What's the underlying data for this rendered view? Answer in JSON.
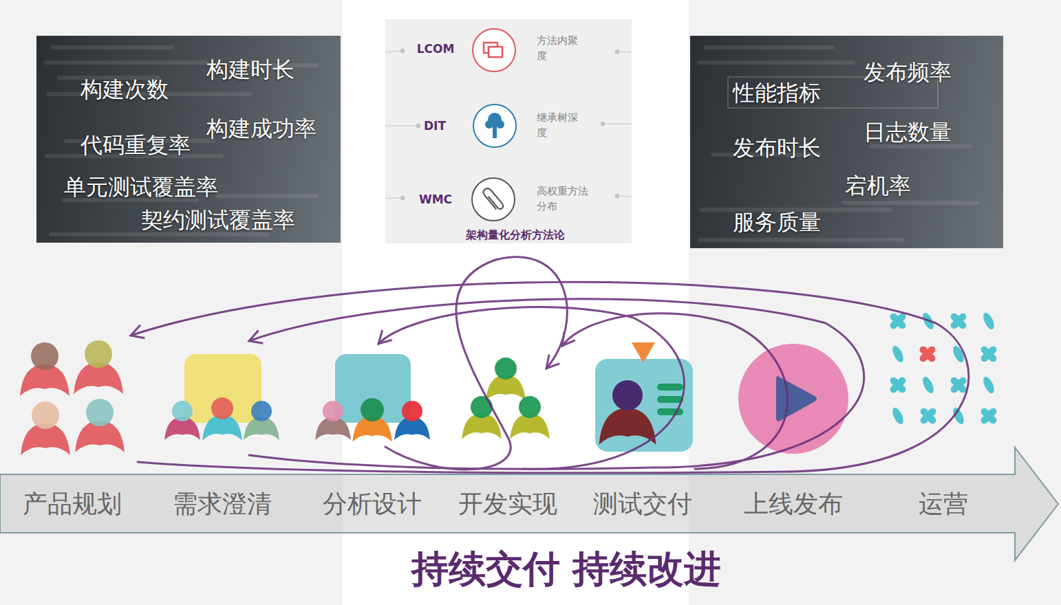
{
  "diagram": {
    "title": "持续交付 持续改进",
    "nodes": [
      {
        "text": [
          "构建时长",
          "构建次数",
          "构建成功率",
          "代码重复率",
          "单元测试覆盖率",
          "契约测试覆盖率"
        ]
      },
      {
        "text": [
          "LCOM",
          "方法内聚度",
          "DIT",
          "继承树深度",
          "WMC",
          "高权重方法分布",
          "架构量化分析方法论"
        ]
      },
      {
        "text": [
          "发布频率",
          "性能指标",
          "日志数量",
          "发布时长",
          "宕机率",
          "服务质量"
        ]
      },
      {
        "text": [
          "产品规划",
          "需求澄清",
          "分析设计",
          "开发实现",
          "测试交付",
          "上线发布",
          "运营"
        ]
      }
    ]
  }
}
